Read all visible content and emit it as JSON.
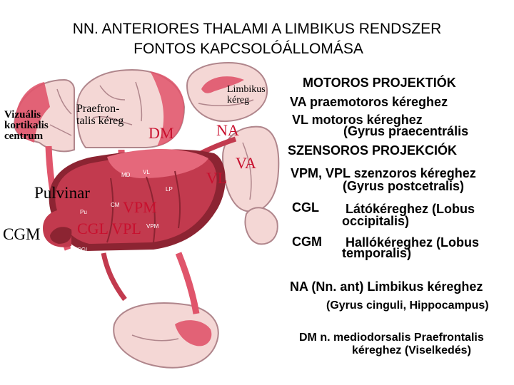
{
  "title": {
    "line1": "NN. ANTERIORES THALAMI A LIMBIKUS RENDSZER",
    "line2": "FONTOS KAPCSOLÓÁLLOMÁSA"
  },
  "diagram": {
    "vizualis": [
      "Vizuális",
      "kortikalis",
      "centrum"
    ],
    "praefrontalis": [
      "Praefron-",
      "talis kéreg"
    ],
    "limbikus": [
      "Limbikus",
      "kéreg"
    ],
    "dm": "DM",
    "na": "NA",
    "va": "VA",
    "vl": "VL",
    "pulvinar": "Pulvinar",
    "vpm": "VPM",
    "cgl_vpl": "CGL VPL",
    "cgm": "CGM",
    "small": {
      "md": "MD",
      "vl": "VL",
      "lp": "LP",
      "cm": "CM",
      "pu": "Pu",
      "vpm": "VPM",
      "cgl": "CGL"
    },
    "colors": {
      "brain": "#f4d7d5",
      "sulcus": "#b0868c",
      "accent": "#e0556b",
      "thalamus": "#c23a4e",
      "shadow": "#8c2432"
    }
  },
  "right": {
    "motor_head": "MOTOROS PROJEKTIÓK",
    "va_line": "VA praemotoros kéreghez",
    "vl_line": "VL motoros kéreghez",
    "vl_sub": "(Gyrus praecentrális",
    "sens_head": "SZENSOROS PROJEKCIÓK",
    "vpm_line": "VPM, VPL  szenzoros kéreghez",
    "vpm_sub": "(Gyrus postcetralis)",
    "cgl_key": "CGL",
    "cgl_val": "Látókéreghez (Lobus",
    "cgl_sub": "occipitalis)",
    "cgm_key": "CGM",
    "cgm_val": "Hallókéreghez (Lobus",
    "cgm_sub": "temporalis)",
    "na_line": "NA (Nn. ant) Limbikus kéreghez",
    "na_sub": "(Gyrus cinguli, Hippocampus)",
    "dm_line": "DM n. mediodorsalis Praefrontalis",
    "dm_sub": "kéreghez (Viselkedés)"
  }
}
